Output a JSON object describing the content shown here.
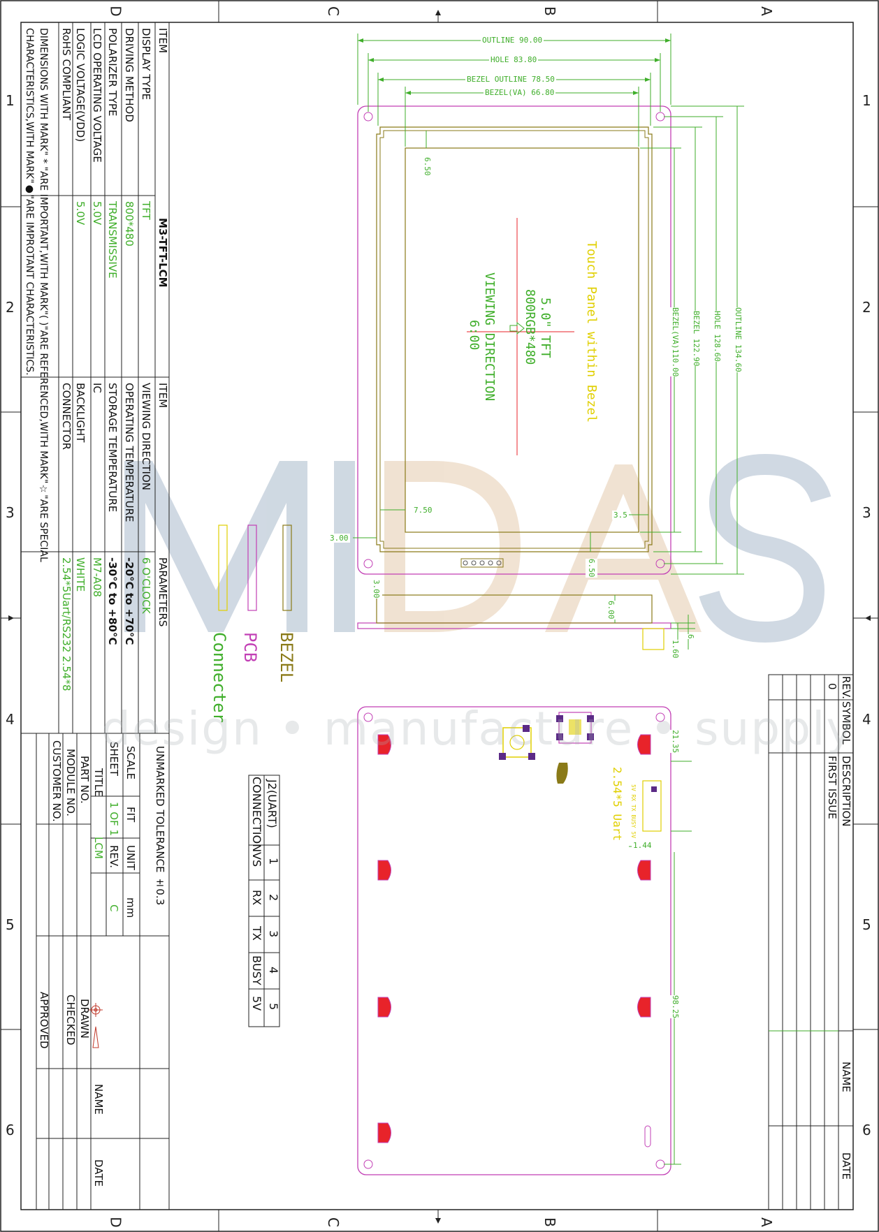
{
  "grid": {
    "numbers": [
      "1",
      "2",
      "3",
      "4",
      "5",
      "6"
    ],
    "letters": [
      "D",
      "C",
      "B",
      "A"
    ]
  },
  "spec_table": {
    "col1_header": "ITEM",
    "col1_model": "M3-TFT-LCM",
    "rows1": [
      {
        "item": "DISPLAY TYPE",
        "value": "TFT"
      },
      {
        "item": "DRIVING METHOD",
        "value": "800*480"
      },
      {
        "item": "POLARIZER TYPE",
        "value": "TRANSMISSIVE"
      },
      {
        "item": "LCD OPERATING VOLTAGE",
        "value": "5.0V"
      },
      {
        "item": "LOGIC  VOLTAGE(VDD)",
        "value": "5.0V"
      },
      {
        "item": "RoHS COMPLIANT",
        "value": ""
      }
    ],
    "col2_header": "ITEM",
    "col2_param_header": "PARAMETERS",
    "rows2": [
      {
        "item": "VIEWING DIRECTION",
        "value": "6 O'CLOCK"
      },
      {
        "item": "OPERATING TEMPERATURE",
        "value": "-20°C to +70°C"
      },
      {
        "item": "STORAGE TEMPERATURE",
        "value": "-30°C to +80°C"
      },
      {
        "item": "IC",
        "value": "M7-A08"
      },
      {
        "item": "BACKLIGHT",
        "value": "WHITE"
      },
      {
        "item": "CONNECTOR",
        "value": "2.54*5Uart/RS232 2.54*8"
      }
    ],
    "notes": [
      "DIMENSIONS WITH MARK\" * \"ARE IMPORTANT,WITH MARK\"( )\"ARE REFERENCED,WITH MARK\"☆\"ARE SPECIAL",
      "CHARACTERISTICS,WITH MARK\"●\"ARE IMPROTANT CHARACTERISTICS."
    ]
  },
  "title_block": {
    "tolerance": "UNMARKED TOLERANCE ±0.3",
    "scale_label": "SCALE",
    "scale_value": "FIT",
    "unit_label": "UNIT",
    "unit_value": "mm",
    "sheet_label": "SHEET",
    "sheet_value": "1  OF  1",
    "rev_label": "REV.",
    "rev_value": "C",
    "title_label": "TITLE",
    "title_value": "LCM",
    "part_label": "PART NO.",
    "module_label": "MODULE NO.",
    "customer_label": "CUSTOMER NO.",
    "name_label": "NAME",
    "date_label": "DATE",
    "drawn": "DRAWN",
    "checked": "CHECKED",
    "approved": "APPROVED"
  },
  "revision_block": {
    "rev": "REV.",
    "symbol": "SYMBOL",
    "description": "DESCRIPTION",
    "rev0": "0",
    "first_issue": "FIRST ISSUE",
    "name": "NAME",
    "date": "DATE"
  },
  "front_view": {
    "outline_w": "OUTLINE 90.00",
    "hole_w": "HOLE 83.80",
    "bezel_outline_w": "BEZEL OUTLINE 78.50",
    "bezel_va_w": "BEZEL(VA) 66.80",
    "outline_h": "OUTLINE 134.60",
    "hole_h": "HOLE 128.60",
    "bezel_h": "BEZEL 122.90",
    "bezel_va_h": "BEZEL(VA)110.00",
    "d650": "6.50",
    "d750": "7.50",
    "d35": "3.5",
    "d300": "3.00",
    "d650b": "6.50",
    "touch_text": "Touch Panel within Bezel",
    "size_text": "5.0\" TFT",
    "res_text": "800RGB*480",
    "view_text": "VIEWING DIRECTION",
    "oclock_text": "6:00"
  },
  "side_view": {
    "d300": "3.00",
    "d600": "6.00",
    "d160": "1.60",
    "d6": "6"
  },
  "legend": {
    "bezel": "BEZEL",
    "pcb": "PCB",
    "connecter": "Connecter"
  },
  "back_view": {
    "d2135": "21.35",
    "d144": "1.44",
    "d9825": "98.25",
    "uart_text": "2.54*5 Uart",
    "pin_text": "5V RX TX BUSY 5V"
  },
  "connector_table": {
    "header": "J2(UART)",
    "conn_label": "CONNECTION",
    "pins": [
      "1",
      "2",
      "3",
      "4",
      "5"
    ],
    "signals": [
      "VS",
      "RX",
      "TX",
      "BUSY",
      "5V"
    ]
  },
  "watermark": {
    "logo": "MIDAS",
    "tagline": "design • manufacture • supply"
  },
  "colors": {
    "magenta": "#c23fb5",
    "olive": "#8a7a18",
    "green": "#3fae2a",
    "yellow": "#e0cf00",
    "red": "#e8232a"
  }
}
